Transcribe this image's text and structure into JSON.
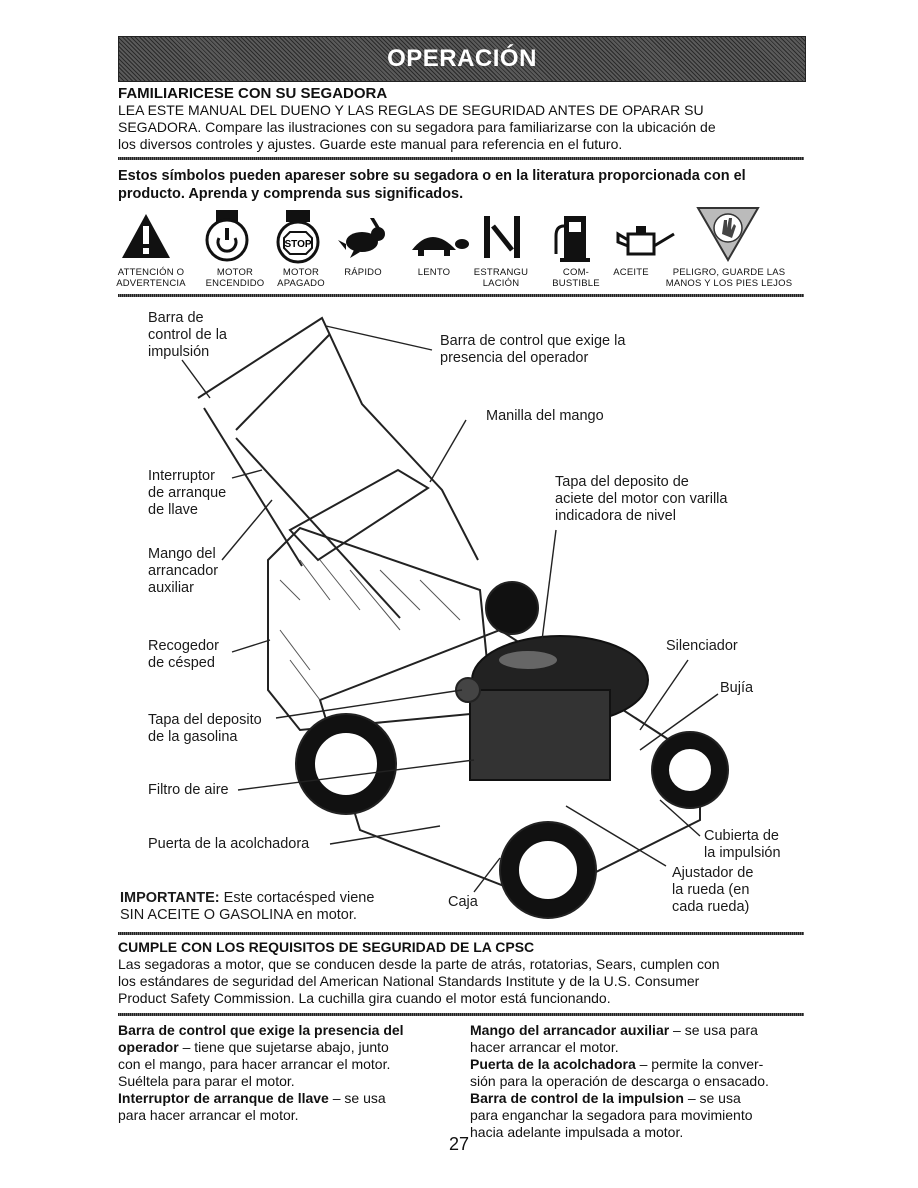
{
  "header": {
    "title": "OPERACIÓN"
  },
  "familiarize": {
    "heading": "FAMILIARICESE CON SU SEGADORA",
    "lines": [
      "LEA ESTE MANUAL DEL DUENO Y LAS REGLAS DE SEGURIDAD ANTES DE OPARAR SU",
      "SEGADORA.   Compare las ilustraciones con su segadora para familiarizarse con la ubicación de",
      "los diversos controles y ajustes.  Guarde este manual para referencia en el futuro."
    ]
  },
  "symbols": {
    "intro_line1": "Estos símbolos pueden apareser sobre su segadora o en la literatura proporcionada con el",
    "intro_line2": "producto.  Aprenda y comprenda sus significados.",
    "items": [
      {
        "icon": "warning-triangle-icon",
        "line1": "ATTENCIÓN O",
        "line2": "ADVERTENCIA"
      },
      {
        "icon": "engine-on-icon",
        "line1": "MOTOR",
        "line2": "ENCENDIDO"
      },
      {
        "icon": "engine-stop-icon",
        "line1": "MOTOR",
        "line2": "APAGADO",
        "stop_text": "STOP"
      },
      {
        "icon": "rabbit-fast-icon",
        "line1": "RÁPIDO",
        "line2": ""
      },
      {
        "icon": "turtle-slow-icon",
        "line1": "LENTO",
        "line2": ""
      },
      {
        "icon": "choke-icon",
        "line1": "ESTRANGU",
        "line2": "LACIÓN"
      },
      {
        "icon": "fuel-pump-icon",
        "line1": "COM-",
        "line2": "BUSTIBLE"
      },
      {
        "icon": "oil-can-icon",
        "line1": "ACEITE",
        "line2": ""
      },
      {
        "icon": "hand-blade-danger-icon",
        "line1": "PELIGRO, GUARDE LAS",
        "line2": "MANOS Y LOS PIES LEJOS"
      }
    ]
  },
  "diagram": {
    "callouts": {
      "drive_bar": [
        "Barra de",
        "control de la",
        "impulsión"
      ],
      "operator_bar": [
        "Barra de control que exige la",
        "presencia del operador"
      ],
      "handle": [
        "Manilla del mango"
      ],
      "key_switch": [
        "Interruptor",
        "de arranque",
        "de llave"
      ],
      "oil_cap": [
        "Tapa del deposito de",
        "aciete del motor con varilla",
        "indicadora de nivel"
      ],
      "aux_starter": [
        "Mango del",
        "arrancador",
        "auxiliar"
      ],
      "grass_bag": [
        "Recogedor",
        "de césped"
      ],
      "muffler": [
        "Silenciador"
      ],
      "spark_plug": [
        "Bujía"
      ],
      "fuel_cap": [
        "Tapa del deposito",
        "de la gasolina"
      ],
      "air_filter": [
        "Filtro de aire"
      ],
      "mulch_door": [
        "Puerta de la acolchadora"
      ],
      "drive_cover": [
        "Cubierta de",
        "la impulsión"
      ],
      "wheel_adjuster": [
        "Ajustador de",
        "la rueda (en",
        "cada rueda)"
      ],
      "housing": [
        "Caja"
      ]
    },
    "important_label": "IMPORTANTE:",
    "important_text1": " Este cortacésped viene",
    "important_text2": "SIN ACEITE O GASOLINA en motor."
  },
  "cpsc": {
    "heading": "CUMPLE CON LOS REQUISITOS DE SEGURIDAD DE LA CPSC",
    "lines": [
      "Las segadoras a motor, que se conducen desde la parte de atrás, rotatorias, Sears, cumplen con",
      "los estándares de seguridad del American National Standards Institute y de la U.S. Consumer",
      "Product Safety Commission.  La cuchilla gira cuando el motor está funcionando."
    ]
  },
  "definitions": {
    "left": {
      "t1_bold_a": "Barra de control que exige la presencia del",
      "t1_bold_b": "operador",
      "t1_rest_a": " – tiene que sujetarse abajo, junto",
      "t1_rest_b": "con el mango, para hacer arrancar el motor.",
      "t1_rest_c": "Suéltela para parar el motor.",
      "t2_bold": "Interruptor de arranque de llave",
      "t2_rest_a": " – se usa",
      "t2_rest_b": "para hacer arrancar el motor."
    },
    "right": {
      "t1_bold": "Mango del arrancador auxiliar",
      "t1_rest_a": " – se usa para",
      "t1_rest_b": "hacer arrancar el motor.",
      "t2_bold": "Puerta de la acolchadora",
      "t2_rest_a": " – permite la conver-",
      "t2_rest_b": "sión para la operación de descarga o ensacado.",
      "t3_bold": "Barra de control de la impulsion",
      "t3_rest_a": " – se usa",
      "t3_rest_b": "para enganchar la segadora para movimiento",
      "t3_rest_c": "hacia adelante impulsada a motor."
    }
  },
  "page_number": "27"
}
